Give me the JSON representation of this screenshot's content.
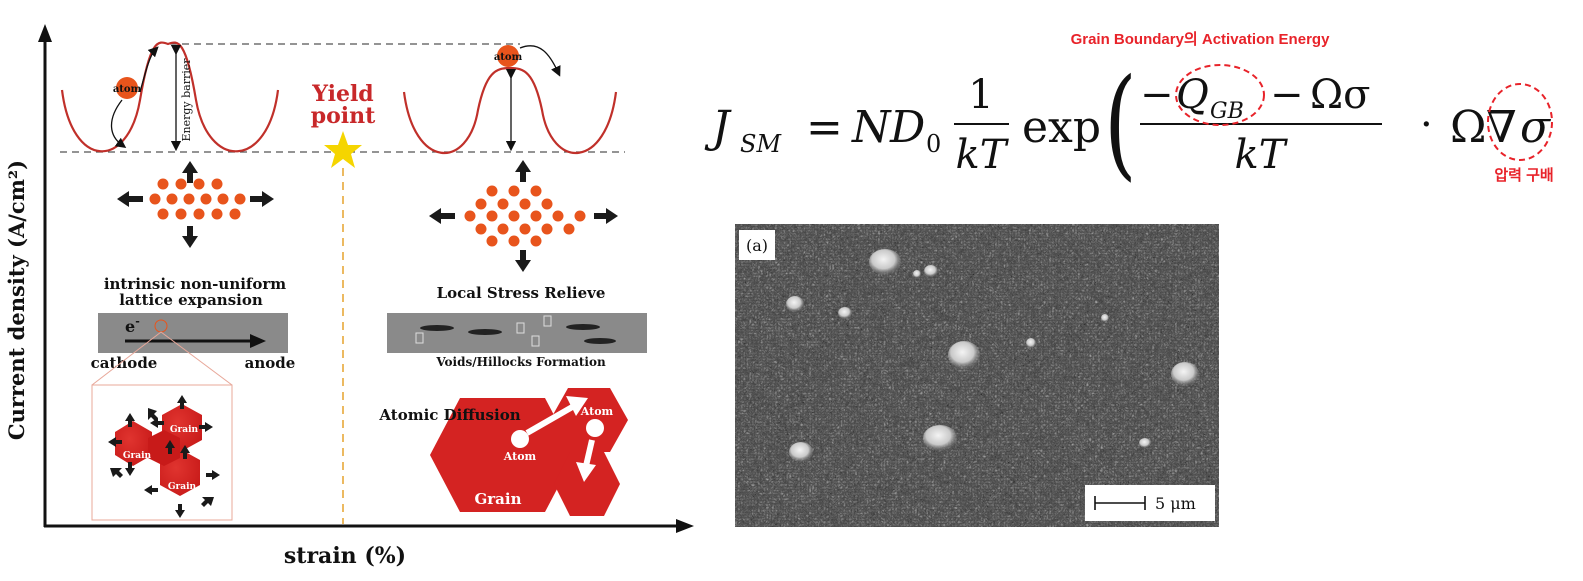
{
  "diagram": {
    "axes": {
      "y_label": "Current density (A/cm²)",
      "x_label": "strain (%)"
    },
    "yield": {
      "line1": "Yield",
      "line2": "point"
    },
    "left_stage": {
      "atom_label": "atom",
      "energy_barrier_label": "Energy barrier",
      "caption_line1": "intrinsic non-uniform",
      "caption_line2": "lattice expansion",
      "electron_label": "e",
      "electron_sup": "-",
      "cathode_label": "cathode",
      "anode_label": "anode",
      "grain_labels": [
        "Grain",
        "Grain",
        "Grain"
      ]
    },
    "right_stage": {
      "atom_label": "atom",
      "caption": "Local Stress Relieve",
      "strip_caption": "Voids/Hillocks Formation",
      "diffusion_title": "Atomic Diffusion",
      "atom_labels": [
        "Atom",
        "Atom"
      ],
      "grain_label": "Grain"
    },
    "colors": {
      "red": "#d42322",
      "orange": "#e8541c",
      "gray_strip": "#8a8a8a",
      "yield_line": "#e8a83a",
      "star": "#f5d500"
    }
  },
  "equation": {
    "lhs_J": "J",
    "lhs_sub": "SM",
    "equals": "=",
    "N": "N",
    "D": "D",
    "D_sub": "0",
    "frac1_num": "1",
    "frac1_den": "kT",
    "exp": "exp",
    "paren_left": "(",
    "paren_right": ")",
    "minus": "−",
    "Q": "Q",
    "Q_sub": "GB",
    "minus2": "−",
    "omega_sigma": "Ωσ",
    "frac2_den": "kT",
    "dot": "·",
    "omega": "Ω",
    "nabla": "∇",
    "sigma": "σ",
    "annotation_top": "Grain Boundary의 Activation Energy",
    "annotation_bottom": "압력 구배",
    "annotation_color": "#e8232a"
  },
  "sem": {
    "panel_label": "(a)",
    "scale_label": "5 μm"
  }
}
